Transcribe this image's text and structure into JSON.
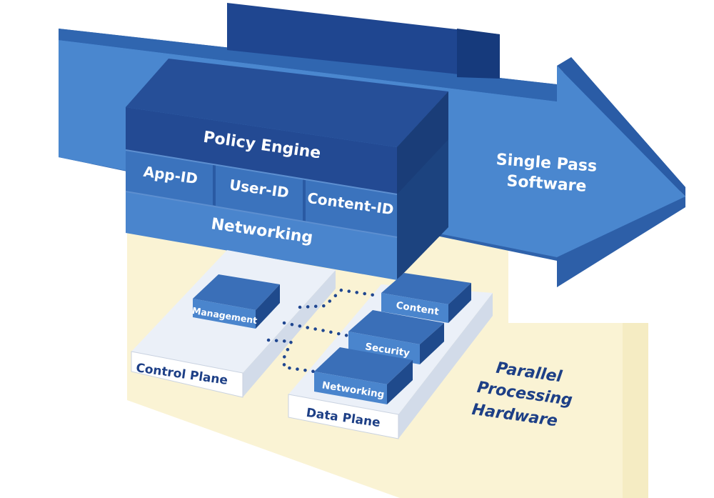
{
  "arrow": {
    "label_line1": "Single Pass",
    "label_line2": "Software"
  },
  "stack": {
    "policy_engine": "Policy Engine",
    "app_id": "App-ID",
    "user_id": "User-ID",
    "content_id": "Content-ID",
    "networking": "Networking"
  },
  "hardware": {
    "management": "Management",
    "control_plane": "Control Plane",
    "content": "Content",
    "security": "Security",
    "networking": "Networking",
    "data_plane": "Data Plane",
    "label_line1": "Parallel",
    "label_line2": "Processing",
    "label_line3": "Hardware"
  },
  "colors": {
    "dark_navy": "#1f4690",
    "mid_blue": "#3a72bd",
    "light_blue": "#4f8ad0",
    "cream": "#faf3d4",
    "text_navy": "#1d3f86"
  }
}
